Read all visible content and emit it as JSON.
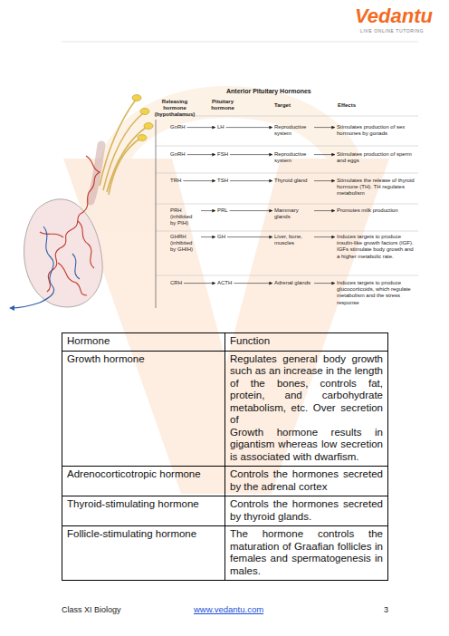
{
  "diagram": {
    "title": "Anterior Pituitary Hormones",
    "nodes": [
      {
        "text": [
          "GnRH"
        ]
      },
      {
        "text": [
          "LH"
        ]
      },
      {
        "text": [
          "Reproductive system"
        ]
      },
      {
        "text": [
          "Stimulates production of sex hormones by gonads"
        ]
      },
      {
        "text": [
          "GnRH"
        ]
      },
      {
        "text": [
          "FSH"
        ]
      },
      {
        "text": [
          "Reproductive system"
        ]
      },
      {
        "text": [
          "Stimulates production of sperm and eggs"
        ]
      },
      {
        "text": [
          "TRH"
        ]
      },
      {
        "text": [
          "TSH"
        ]
      },
      {
        "text": [
          "Thyroid gland"
        ]
      },
      {
        "text": [
          "Stimulates the release of thyroid hormone (TH). TH regulates metabolism"
        ]
      },
      {
        "text": [
          "PRH (inhibited by PIH)"
        ]
      },
      {
        "text": [
          "PRL"
        ]
      },
      {
        "text": [
          "Mammary glands"
        ]
      },
      {
        "text": [
          "Promotes milk production"
        ]
      },
      {
        "text": [
          "GHRH (inhibited by GHIH)"
        ]
      },
      {
        "text": [
          "GH"
        ]
      },
      {
        "text": [
          "Liver, bone, muscles"
        ]
      },
      {
        "text": [
          "Induces targets to produce insulin-like growth factors (IGF). IGFs stimulate body growth and a higher metabolic rate."
        ]
      },
      {
        "text": [
          "CRH"
        ]
      },
      {
        "text": [
          "ACTH"
        ]
      },
      {
        "text": [
          "Adrenal glands"
        ]
      },
      {
        "text": [
          "Induces targets to produce glucocorticoids, which regulate metabolism and the stress response"
        ]
      }
    ],
    "edges": [
      {
        "from": 0,
        "to": 1,
        "arrow": "to"
      },
      {
        "from": 1,
        "to": 2,
        "arrow": "to"
      },
      {
        "from": 2,
        "to": 3,
        "arrow": "to"
      },
      {
        "from": 4,
        "to": 5,
        "arrow": "to"
      },
      {
        "from": 5,
        "to": 6,
        "arrow": "to"
      },
      {
        "from": 6,
        "to": 7,
        "arrow": "to"
      },
      {
        "from": 8,
        "to": 9,
        "arrow": "to"
      },
      {
        "from": 9,
        "to": 10,
        "arrow": "to"
      },
      {
        "from": 10,
        "to": 11,
        "arrow": "to"
      },
      {
        "from": 12,
        "to": 13,
        "arrow": "to"
      },
      {
        "from": 13,
        "to": 14,
        "arrow": "to"
      },
      {
        "from": 14,
        "to": 15,
        "arrow": "to"
      },
      {
        "from": 16,
        "to": 17,
        "arrow": "to"
      },
      {
        "from": 17,
        "to": 18,
        "arrow": "to"
      },
      {
        "from": 18,
        "to": 19,
        "arrow": "to"
      },
      {
        "from": 20,
        "to": 21,
        "arrow": "to"
      },
      {
        "from": 21,
        "to": 22,
        "arrow": "to"
      },
      {
        "from": 22,
        "to": 23,
        "arrow": "to"
      }
    ],
    "labels": [
      "Vedantu",
      "LIVE ONLINE TUTORING",
      "Releasing hormone (hypothalamus)",
      "Pituitary hormone",
      "Target",
      "Effects",
      "Hormone",
      "Function",
      "Growth hormone",
      "Regulates general body growth such as an increase in the length of the bones, controls fat, protein, and carbohydrate metabolism, etc. Over secretion of",
      "Growth hormone results in gigantism whereas low secretion is associated with dwarfism.",
      "Adrenocorticotropic hormone",
      "Controls the hormones secreted by the adrenal cortex",
      "Thyroid-stimulating hormone",
      "Controls the hormones secreted by thyroid glands.",
      "Follicle-stimulating hormone",
      "The hormone controls the maturation of Graafian follicles in females and spermatogenesis in males.",
      "Class XI Biology",
      "www.vedantu.com",
      "3"
    ]
  }
}
